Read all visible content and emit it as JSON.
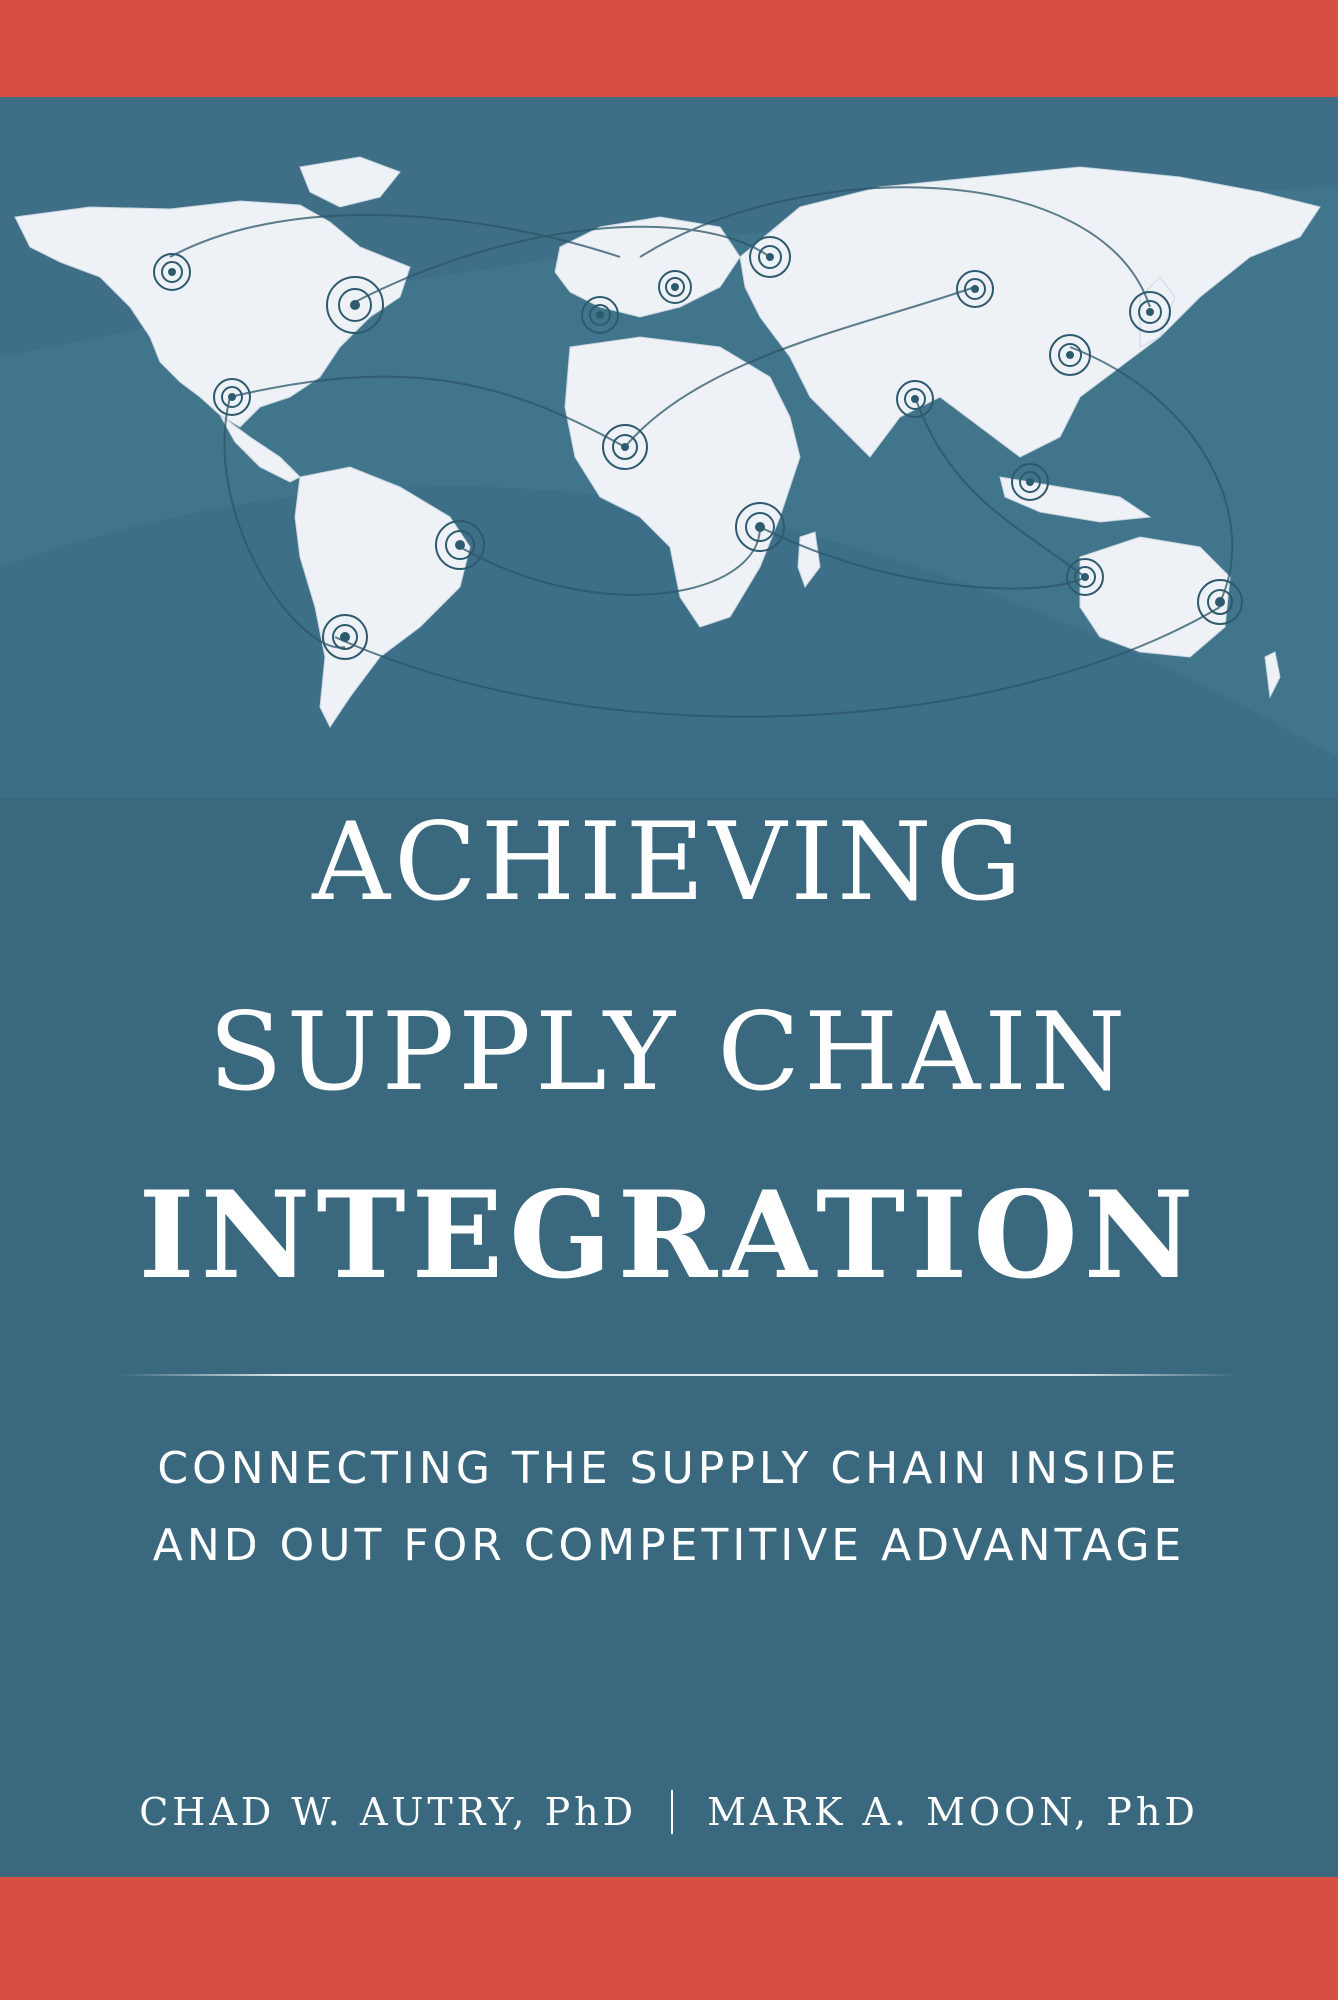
{
  "cover": {
    "colors": {
      "band": "#d64f40",
      "background": "#39687f",
      "map_land": "#eef2f6",
      "text": "#ffffff"
    },
    "title_line_1": "ACHIEVING",
    "title_line_2": "SUPPLY CHAIN",
    "title_line_3": "INTEGRATION",
    "subtitle_line_1": "CONNECTING THE SUPPLY CHAIN INSIDE",
    "subtitle_line_2": "AND OUT FOR COMPETITIVE ADVANTAGE",
    "author_1": "CHAD W. AUTRY, PhD",
    "author_2": "MARK A. MOON, PhD"
  }
}
